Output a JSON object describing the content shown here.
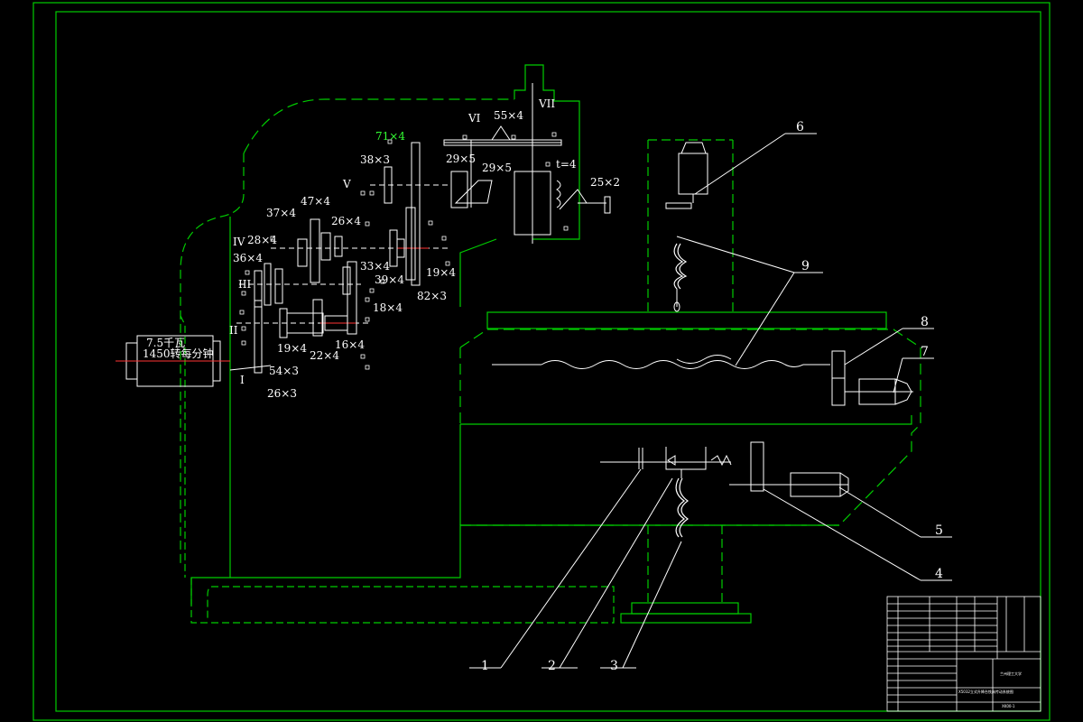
{
  "colors": {
    "frame": "#00cc00",
    "drawing": "#ffffff",
    "background": "#000000",
    "highlight": "#33ff33",
    "axis": "#ff3333"
  },
  "motor_label": [
    "7.5千瓦",
    "1450转每分钟"
  ],
  "shafts": {
    "I": "I",
    "II": "II",
    "III": "III",
    "IV": "IV",
    "V": "V",
    "VI": "VI",
    "VII": "VII"
  },
  "gears": {
    "g71x4": "71×4",
    "g55x4": "55×4",
    "g38x3": "38×3",
    "g29x5a": "29×5",
    "g29x5b": "29×5",
    "g25x2": "25×2",
    "g47x4": "47×4",
    "g37x4": "37×4",
    "g26x4": "26×4",
    "g28x4": "28×4",
    "g36x4": "36×4",
    "g33x4": "33×4",
    "g39x4": "39×4",
    "g19x4a": "19×4",
    "g82x3": "82×3",
    "g18x4": "18×4",
    "g19x4b": "19×4",
    "g22x4": "22×4",
    "g16x4": "16×4",
    "g54x3": "54×3",
    "g26x3": "26×3",
    "t4": "t=4"
  },
  "callouts": [
    "1",
    "2",
    "3",
    "4",
    "5",
    "6",
    "7",
    "8",
    "9"
  ],
  "title_block": {
    "university": "兰州理工大学",
    "drawing_no": "XK00-1",
    "title": "X5032立式升降台铣床传动系统图"
  }
}
